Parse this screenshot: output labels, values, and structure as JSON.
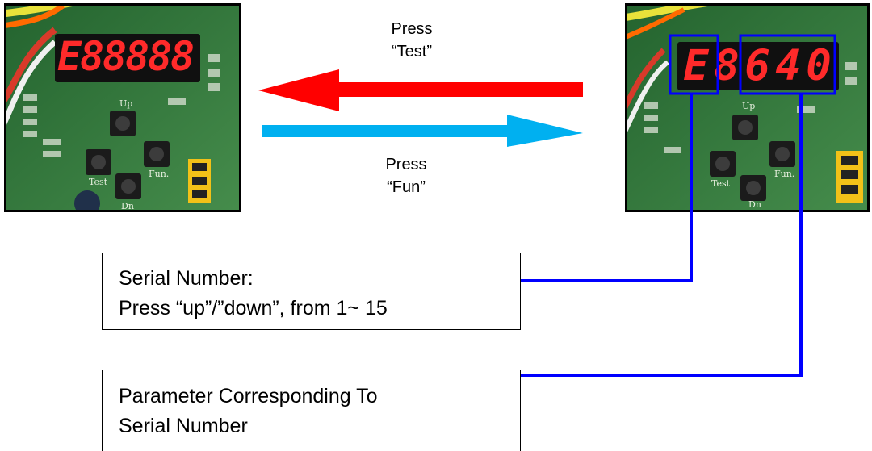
{
  "press_test": {
    "line1": "Press",
    "line2": "“Test”"
  },
  "press_fun": {
    "line1": "Press",
    "line2": "“Fun”"
  },
  "left_board": {
    "display": [
      "E",
      "8",
      "8",
      "8",
      "8",
      "8"
    ],
    "button_labels": [
      "Up",
      "Test",
      "Fun.",
      "Dn"
    ]
  },
  "right_board": {
    "display": [
      "E",
      "8",
      "6",
      "4",
      "0"
    ],
    "button_labels": [
      "Up",
      "Test",
      "Fun.",
      "Dn"
    ]
  },
  "callout_serial": {
    "line1": "Serial Number:",
    "line2": "Press “up”/”down”, from 1~ 15"
  },
  "callout_parameter": {
    "line1": "Parameter Corresponding To",
    "line2": "Serial Number"
  },
  "colors": {
    "arrow_red": "#ff0000",
    "arrow_blue": "#00b0f0",
    "highlight": "#0000ff",
    "pcb": "#2e7d3c",
    "segment_on": "#ff2a2a"
  }
}
